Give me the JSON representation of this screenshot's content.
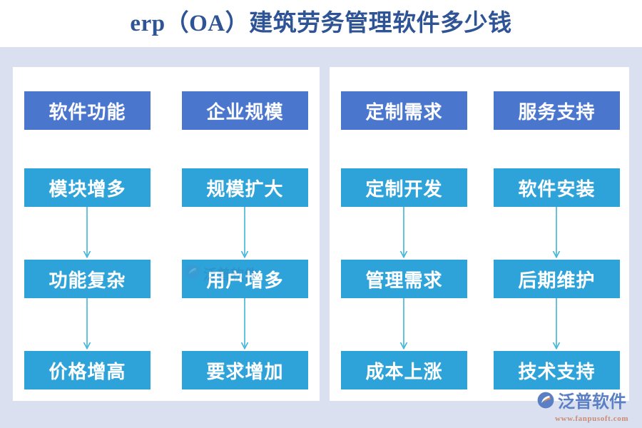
{
  "page": {
    "title": "erp（OA）建筑劳务管理软件多少钱",
    "background_color": "#dae0f0",
    "panel_color": "#ffffff",
    "title_color": "#2f5496"
  },
  "colors": {
    "header_box": "#4a76ce",
    "step_box": "#2ea3d9",
    "arrow": "#3fb4d6",
    "canvas": "#dae0f0",
    "brand_blue": "#5b7fc4",
    "brand_orange": "#e08b55",
    "url_color": "#c98b72"
  },
  "diagram": {
    "type": "flow-columns",
    "panels": [
      {
        "name": "left-panel",
        "columns": [
          {
            "header": "软件功能",
            "steps": [
              "模块增多",
              "功能复杂",
              "价格增高"
            ]
          },
          {
            "header": "企业规模",
            "steps": [
              "规模扩大",
              "用户增多",
              "要求增加"
            ]
          }
        ]
      },
      {
        "name": "right-panel",
        "columns": [
          {
            "header": "定制需求",
            "steps": [
              "定制开发",
              "管理需求",
              "成本上涨"
            ]
          },
          {
            "header": "服务支持",
            "steps": [
              "软件安装",
              "后期维护",
              "技术支持"
            ]
          }
        ]
      }
    ]
  },
  "brand": {
    "name": "泛普软件",
    "url": "www.fanpusoft.com",
    "logo_icon": "fanpu-swoosh-logo-icon"
  },
  "watermark": {
    "text": "泛普软件",
    "logo_icon": "fanpu-swoosh-logo-icon"
  }
}
